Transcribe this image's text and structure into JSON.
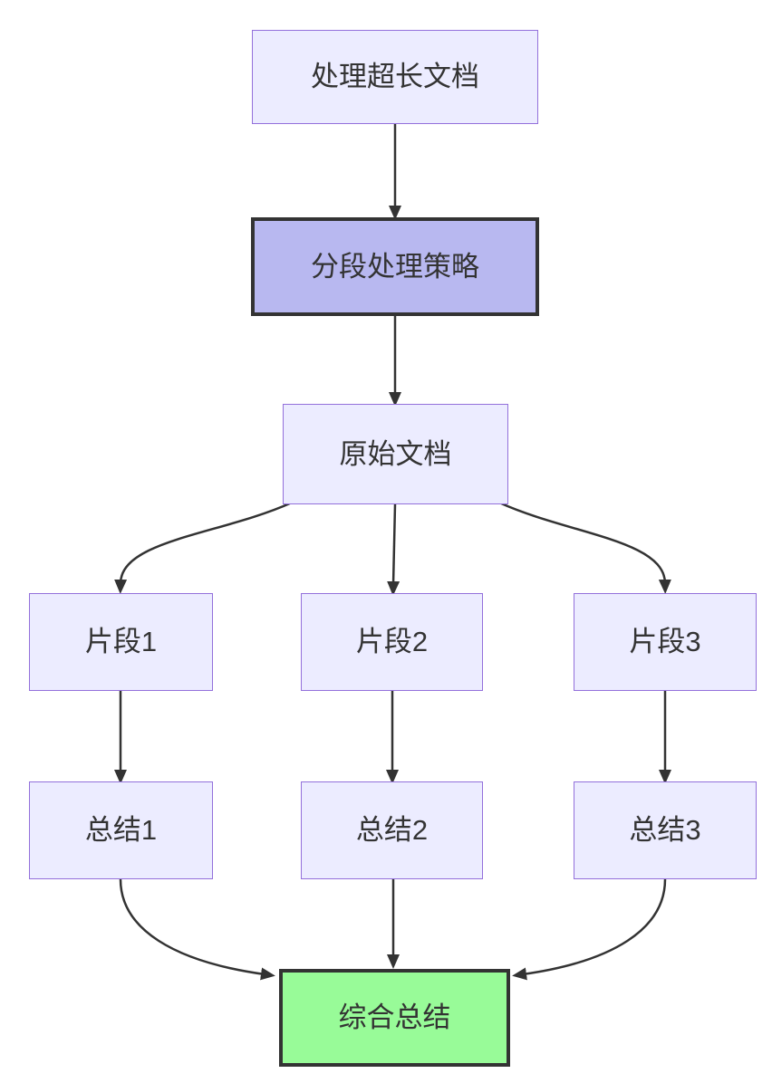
{
  "diagram": {
    "type": "flowchart",
    "direction": "top-down",
    "nodes": [
      {
        "id": "A",
        "label": "处理超长文档",
        "style": "default"
      },
      {
        "id": "B",
        "label": "分段处理策略",
        "style": "emphasis"
      },
      {
        "id": "C",
        "label": "原始文档",
        "style": "default"
      },
      {
        "id": "D1",
        "label": "片段1",
        "style": "default"
      },
      {
        "id": "D2",
        "label": "片段2",
        "style": "default"
      },
      {
        "id": "D3",
        "label": "片段3",
        "style": "default"
      },
      {
        "id": "E1",
        "label": "总结1",
        "style": "default"
      },
      {
        "id": "E2",
        "label": "总结2",
        "style": "default"
      },
      {
        "id": "E3",
        "label": "总结3",
        "style": "default"
      },
      {
        "id": "F",
        "label": "综合总结",
        "style": "success"
      }
    ],
    "edges": [
      {
        "from": "A",
        "to": "B"
      },
      {
        "from": "B",
        "to": "C"
      },
      {
        "from": "C",
        "to": "D1"
      },
      {
        "from": "C",
        "to": "D2"
      },
      {
        "from": "C",
        "to": "D3"
      },
      {
        "from": "D1",
        "to": "E1"
      },
      {
        "from": "D2",
        "to": "E2"
      },
      {
        "from": "D3",
        "to": "E3"
      },
      {
        "from": "E1",
        "to": "F"
      },
      {
        "from": "E2",
        "to": "F"
      },
      {
        "from": "E3",
        "to": "F"
      }
    ],
    "colors": {
      "node_fill": "#ececff",
      "node_border": "#9370db",
      "emphasis_fill": "#b8b8f0",
      "emphasis_border": "#333333",
      "success_fill": "#98fb98",
      "success_border": "#333333",
      "edge_stroke": "#333333",
      "text": "#333333",
      "background": "#ffffff"
    }
  }
}
